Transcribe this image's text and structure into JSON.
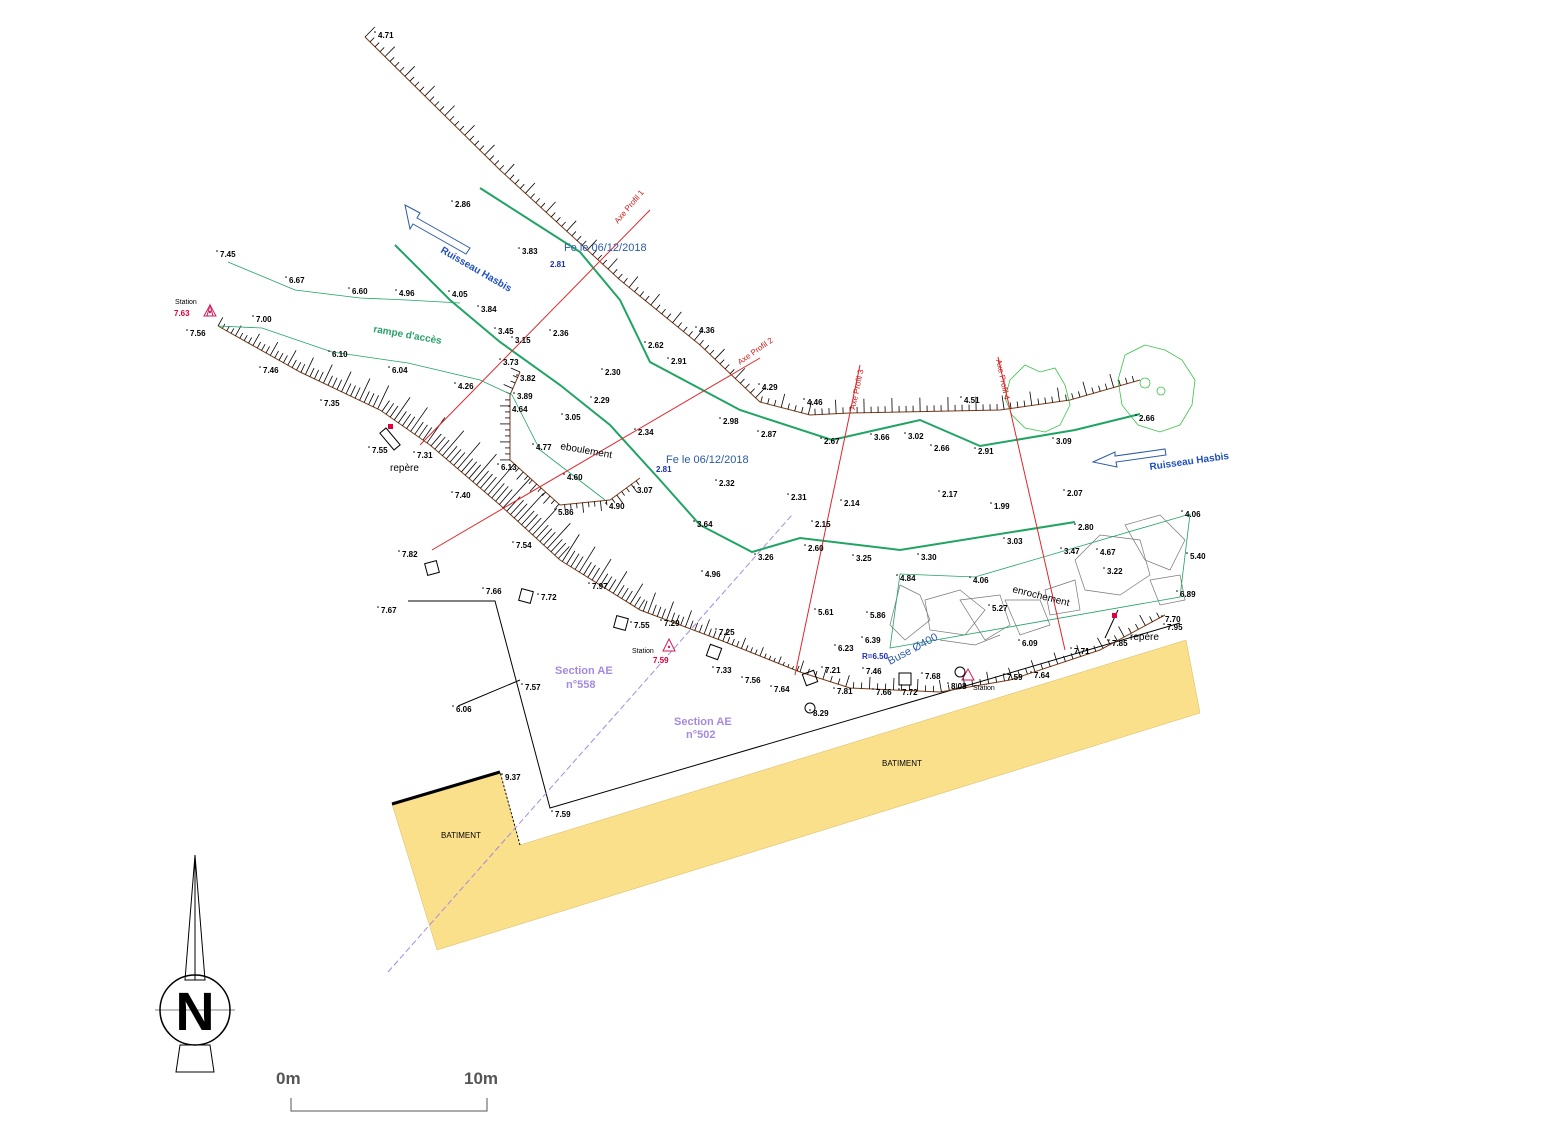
{
  "title_labels": {
    "stream_1": "Ruisseau Hasbis",
    "stream_2": "Ruisseau Hasbis",
    "ramp": "rampe d'accès",
    "collapse": "eboulement",
    "riprap": "enrochement",
    "fe_1": "Fe le 06/12/2018",
    "fe_2": "Fe le 06/12/2018",
    "pipe": "Buse Ø400",
    "pipe_r": "R=6.50",
    "marker_1": "repère",
    "marker_2": "repère",
    "station_1": "Station",
    "station_2": "Station",
    "station_3": "Station",
    "station_1_alt": "7.63",
    "station_2_alt": "7.59",
    "axis_1": "Axe Profil 1",
    "axis_2": "Axe Profil 2",
    "axis_3": "Axe Profil 3",
    "axis_4": "Axe Profil 4",
    "section_558_a": "Section AE",
    "section_558_b": "n°558",
    "section_502_a": "Section AE",
    "section_502_b": "n°502",
    "building_1": "BATIMENT",
    "building_2": "BATIMENT",
    "north": "N",
    "scale_0": "0m",
    "scale_10": "10m"
  },
  "spot_elevations": [
    "4.71",
    "2.86",
    "3.83",
    "7.45",
    "6.67",
    "6.60",
    "4.96",
    "4.05",
    "3.84",
    "3.45",
    "3.15",
    "2.36",
    "3.73",
    "3.82",
    "3.89",
    "4.64",
    "2.30",
    "2.29",
    "3.05",
    "2.34",
    "4.77",
    "6.13",
    "4.60",
    "5.36",
    "4.90",
    "3.07",
    "2.62",
    "2.91",
    "4.36",
    "4.29",
    "4.46",
    "2.98",
    "2.87",
    "2.67",
    "3.66",
    "3.02",
    "2.66",
    "2.91",
    "4.51",
    "3.09",
    "2.66",
    "2.32",
    "2.31",
    "2.14",
    "2.17",
    "1.99",
    "2.07",
    "2.15",
    "3.64",
    "3.26",
    "2.60",
    "3.25",
    "3.30",
    "3.03",
    "2.80",
    "4.06",
    "3.47",
    "4.67",
    "3.22",
    "5.40",
    "6.89",
    "4.84",
    "4.06",
    "5.27",
    "5.86",
    "5.61",
    "6.39",
    "6.23",
    "6.09",
    "7.71",
    "7.85",
    "7.70",
    "7.95",
    "7.46",
    "7.21",
    "7.59",
    "7.64",
    "8.08",
    "7.81",
    "7.66",
    "7.72",
    "7.68",
    "7.56",
    "7.33",
    "7.25",
    "7.64",
    "8.29",
    "7.29",
    "7.55",
    "7.72",
    "7.66",
    "7.67",
    "7.97",
    "4.96",
    "7.54",
    "7.82",
    "7.57",
    "6.06",
    "9.37",
    "7.59",
    "7.40",
    "7.31",
    "7.55",
    "7.35",
    "7.46",
    "7.56",
    "7.00",
    "6.10",
    "6.04",
    "4.26"
  ],
  "blue_spots": [
    "2.81",
    "2.81"
  ],
  "colors": {
    "building": "#fbe08c",
    "green": "#1fa463",
    "axis": "#e0262b",
    "section": "#a58ae0",
    "blue": "#2b5aa8"
  }
}
